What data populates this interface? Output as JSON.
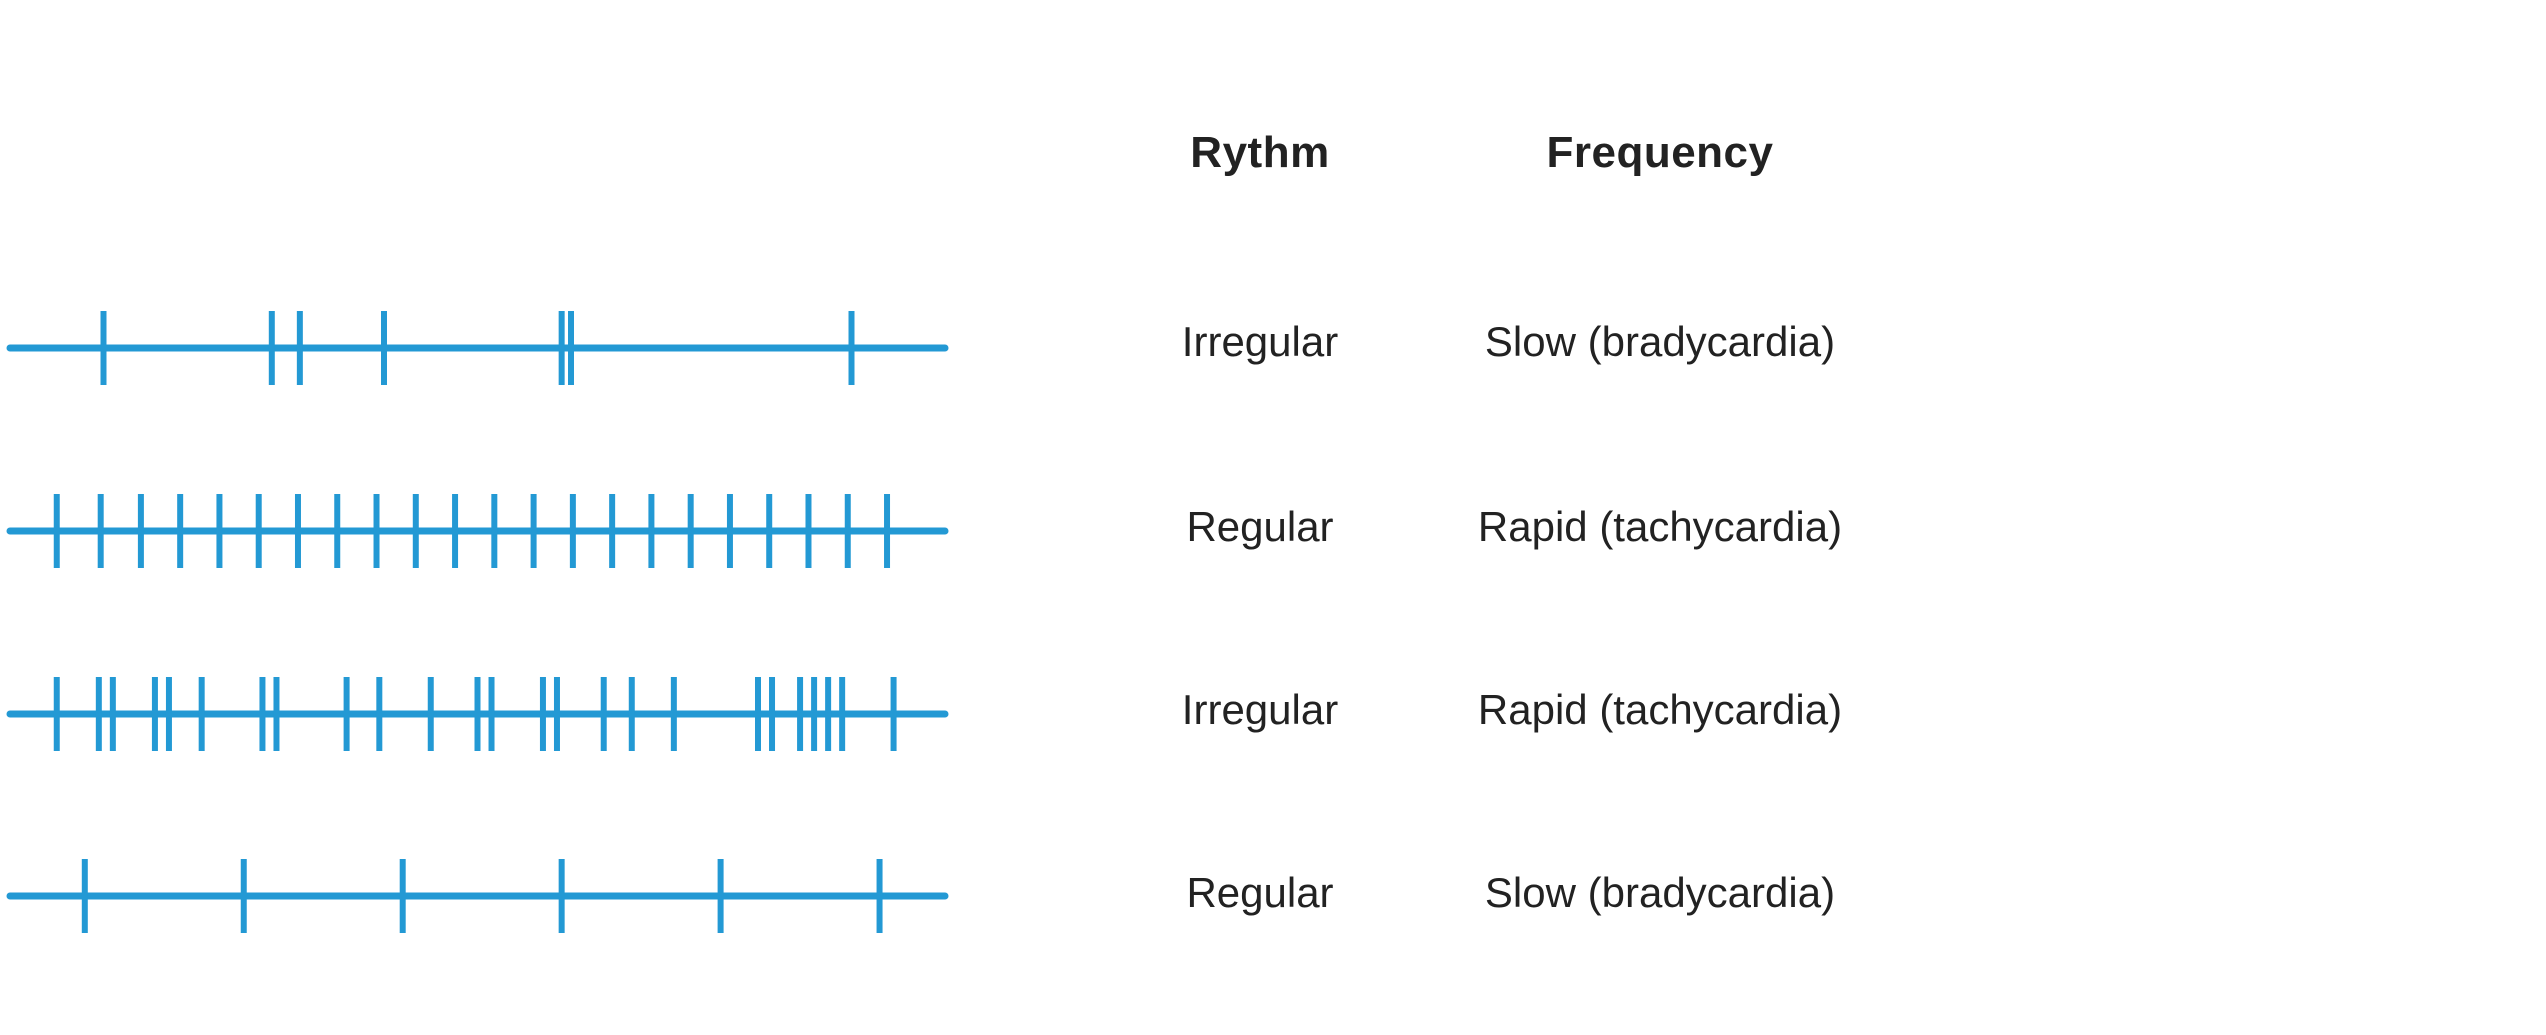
{
  "headers": {
    "rhythm": "Rythm",
    "frequency": "Frequency"
  },
  "colors": {
    "strip": "#2399d4",
    "text": "#222222"
  },
  "rows": [
    {
      "rhythm": "Irregular",
      "frequency": "Slow (bradycardia)",
      "ticks": [
        0.1,
        0.28,
        0.31,
        0.4,
        0.59,
        0.6,
        0.9
      ]
    },
    {
      "rhythm": "Regular",
      "frequency": "Rapid (tachycardia)",
      "ticks": [
        0.05,
        0.097,
        0.14,
        0.182,
        0.224,
        0.266,
        0.308,
        0.35,
        0.392,
        0.434,
        0.476,
        0.518,
        0.56,
        0.602,
        0.644,
        0.686,
        0.728,
        0.77,
        0.812,
        0.854,
        0.896,
        0.938
      ]
    },
    {
      "rhythm": "Irregular",
      "frequency": "Rapid (tachycardia)",
      "ticks": [
        0.05,
        0.095,
        0.11,
        0.155,
        0.17,
        0.205,
        0.27,
        0.285,
        0.36,
        0.395,
        0.45,
        0.5,
        0.515,
        0.57,
        0.585,
        0.635,
        0.665,
        0.71,
        0.8,
        0.815,
        0.845,
        0.86,
        0.875,
        0.89,
        0.945
      ]
    },
    {
      "rhythm": "Regular",
      "frequency": "Slow (bradycardia)",
      "ticks": [
        0.08,
        0.25,
        0.42,
        0.59,
        0.76,
        0.93
      ]
    }
  ]
}
